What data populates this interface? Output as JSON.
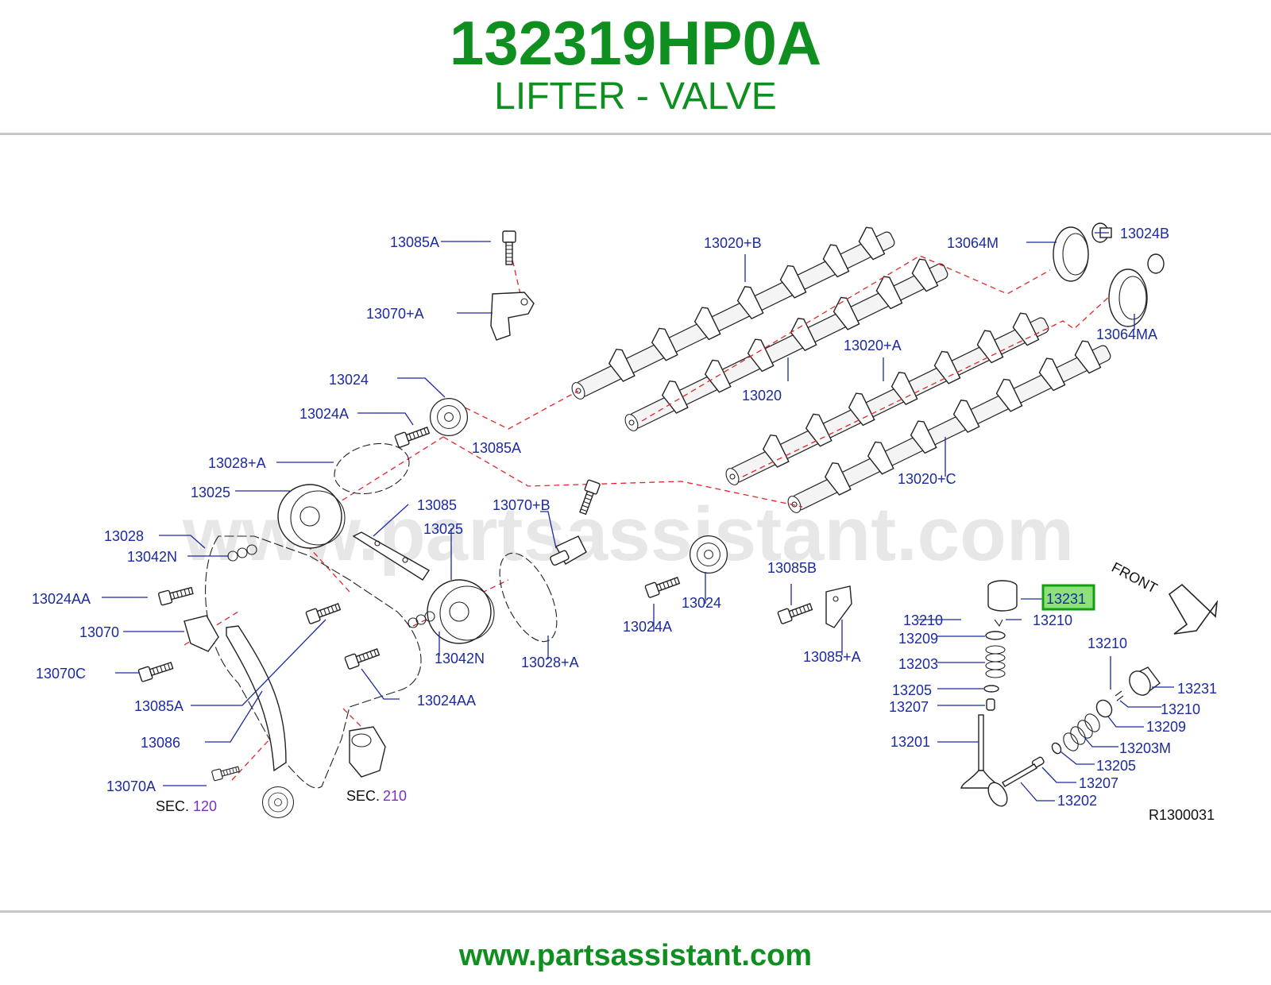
{
  "header": {
    "part_number": "132319HP0A",
    "part_name": "LIFTER - VALVE"
  },
  "footer": {
    "url": "www.partsassistant.com"
  },
  "diagram": {
    "watermark": "www.partsassistant.com",
    "reference": "R1300031",
    "front_label": "FRONT",
    "highlighted_part": "13231",
    "labels": {
      "l13085A_top": "13085A",
      "l13070A_plus": "13070+A",
      "l13020B": "13020+B",
      "l13064M": "13064M",
      "l13024B": "13024B",
      "l13064MA": "13064MA",
      "l13020A": "13020+A",
      "l13020": "13020",
      "l13024_top": "13024",
      "l13024A_top": "13024A",
      "l13085A_mid": "13085A",
      "l13028A_top": "13028+A",
      "l13025_left": "13025",
      "l13085": "13085",
      "l13070B": "13070+B",
      "l13025_mid": "13025",
      "l13020C": "13020+C",
      "l13028": "13028",
      "l13042N_left": "13042N",
      "l13024AA_left": "13024AA",
      "l13070": "13070",
      "l13070C": "13070C",
      "l13085A_low": "13085A",
      "l13086": "13086",
      "l13070A": "13070A",
      "l13042N_mid": "13042N",
      "l13028A_mid": "13028+A",
      "l13024AA_mid": "13024AA",
      "l13024A_mid": "13024A",
      "l13024_mid": "13024",
      "l13085B": "13085B",
      "l13085A_right": "13085+A",
      "l13210_a": "13210",
      "l13210_b": "13210",
      "l13209_a": "13209",
      "l13203": "13203",
      "l13205_a": "13205",
      "l13207_a": "13207",
      "l13201": "13201",
      "l13210_c": "13210",
      "l13231_b": "13231",
      "l13210_d": "13210",
      "l13209_b": "13209",
      "l13203M": "13203M",
      "l13205_b": "13205",
      "l13207_b": "13207",
      "l13202": "13202"
    },
    "sec120_prefix": "SEC.",
    "sec120_num": "120",
    "sec210_prefix": "SEC.",
    "sec210_num": "210"
  },
  "colors": {
    "title_green": "#0f8f1f",
    "label_blue": "#1b2aa0",
    "dash_red": "#e0262b",
    "highlight_fill": "#8ee07a",
    "highlight_border": "#12a012",
    "section_purple": "#7a2fc0"
  }
}
